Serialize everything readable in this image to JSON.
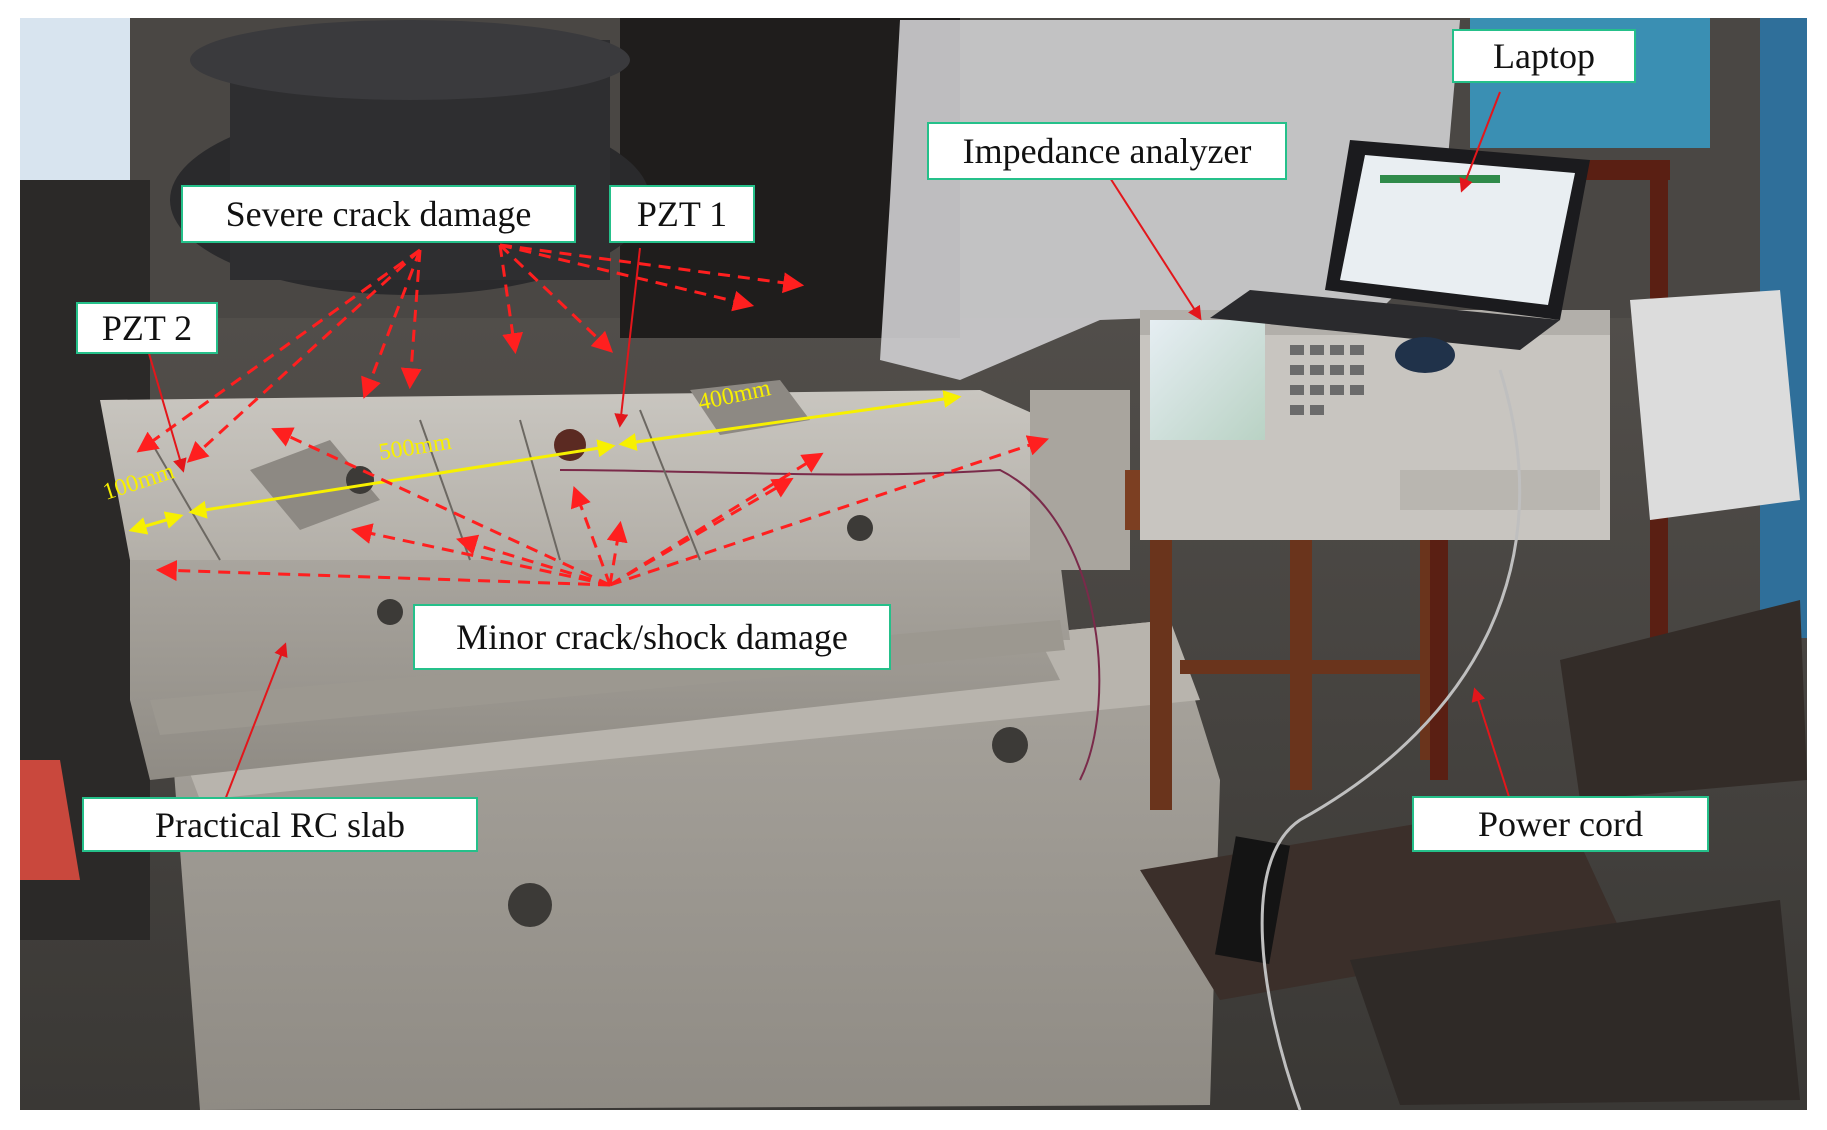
{
  "labels": {
    "laptop": "Laptop",
    "impedance_analyzer": "Impedance analyzer",
    "severe_crack": "Severe crack damage",
    "pzt1": "PZT 1",
    "pzt2": "PZT 2",
    "minor_crack": "Minor crack/shock damage",
    "rc_slab": "Practical RC slab",
    "power_cord": "Power cord"
  },
  "dimensions": {
    "d100": "100mm",
    "d500": "500mm",
    "d400": "400mm"
  },
  "colors": {
    "label_border": "#25c08a",
    "damage_arrow": "#ff1f1f",
    "dimension_line": "#f7f000",
    "pointer_arrow": "#e3161b"
  }
}
